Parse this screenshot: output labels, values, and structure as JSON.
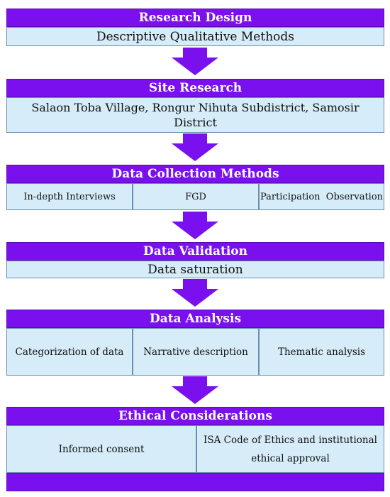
{
  "colors": {
    "header": "#7b10ee",
    "box": "#d6ecf8",
    "arrow": "#7b10ee"
  },
  "steps": [
    {
      "title": "Research Design",
      "content": [
        "Descriptive Qualitative Methods"
      ]
    },
    {
      "title": "Site Research",
      "content": [
        "Salaon Toba Village, Rongur Nihuta Subdistrict, Samosir",
        "District"
      ]
    },
    {
      "title": "Data Collection Methods",
      "content": [
        "In-depth Interviews",
        "FGD",
        "Participation  Observation"
      ]
    },
    {
      "title": "Data Validation",
      "content": [
        "Data saturation"
      ]
    },
    {
      "title": "Data Analysis",
      "content": [
        "Categorization of data",
        "Narrative description",
        "Thematic analysis"
      ]
    },
    {
      "title": "Ethical Considerations",
      "content": [
        "Informed consent",
        "ISA Code of Ethics and institutional",
        "ethical approval"
      ]
    }
  ]
}
